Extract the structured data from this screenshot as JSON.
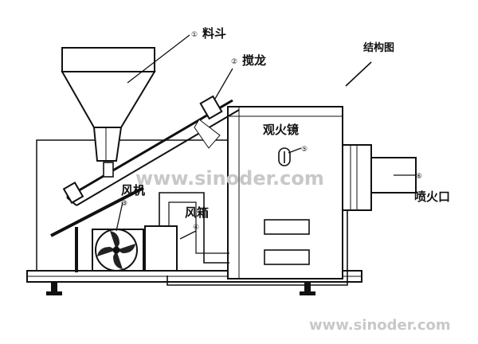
{
  "diagram": {
    "title": "结构图",
    "labels": {
      "hopper": "料斗",
      "auger": "搅龙",
      "observation_window": "观火镜",
      "fan": "风机",
      "air_box": "风箱",
      "nozzle": "喷火口"
    },
    "markers": {
      "hopper": "①",
      "auger": "②",
      "fan": "③",
      "air_box": "④",
      "observation_window": "⑤",
      "nozzle": "⑥"
    }
  },
  "watermarks": {
    "center": "www.sinoder.com",
    "bottom": "www.sinoder.com"
  }
}
